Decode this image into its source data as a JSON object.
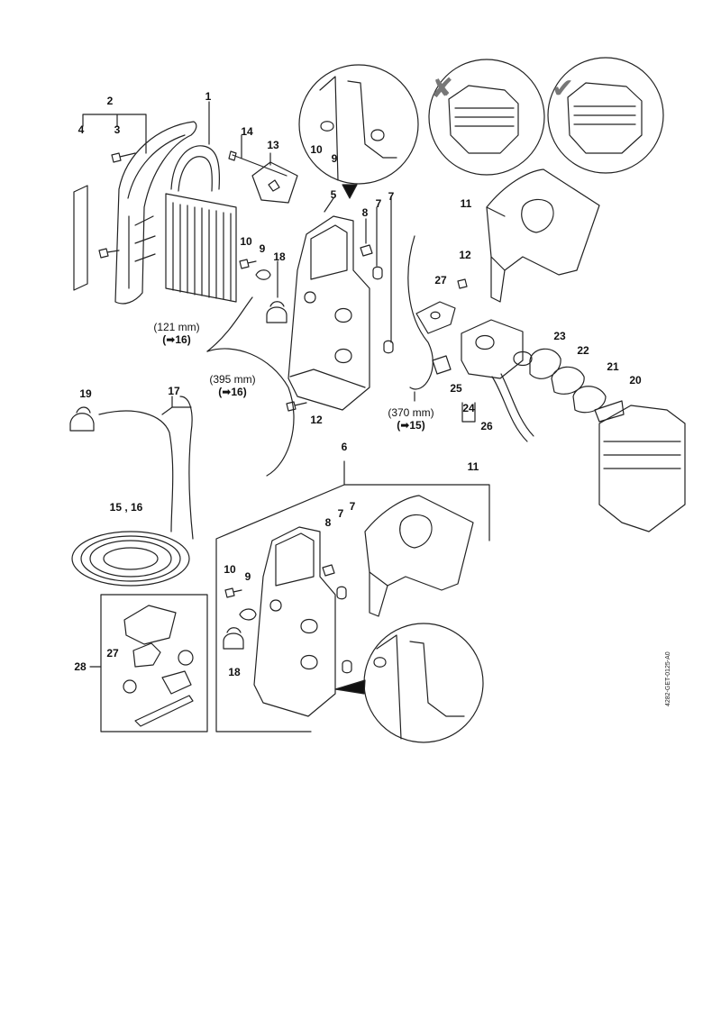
{
  "callouts": {
    "c1": "1",
    "c2": "2",
    "c3": "3",
    "c4": "4",
    "c13": "13",
    "c14": "14",
    "c10a": "10",
    "c9a": "9",
    "c5": "5",
    "c8a": "8",
    "c7a": "7",
    "c7b": "7",
    "c10b": "10",
    "c9b": "9",
    "c18a": "18",
    "c12a": "12",
    "c11a": "11",
    "c12b": "12",
    "c27a": "27",
    "c23": "23",
    "c22": "22",
    "c21": "21",
    "c20": "20",
    "c25": "25",
    "c24": "24",
    "c26": "26",
    "c19": "19",
    "c17": "17",
    "c15_16": "15 , 16",
    "c6": "6",
    "c11b": "11",
    "c8b": "8",
    "c7c": "7",
    "c7d": "7",
    "c10c": "10",
    "c9c": "9",
    "c18b": "18",
    "c27b": "27",
    "c28": "28"
  },
  "notes": {
    "hose1_len": "(121 mm)",
    "hose1_ref": "(➡16)",
    "hose2_len": "(395 mm)",
    "hose2_ref": "(➡16)",
    "hose3_len": "(370 mm)",
    "hose3_ref": "(➡15)"
  },
  "doc_id": "4282-GET-0125-A0",
  "marks": {
    "wrong": "✘",
    "right": "✔"
  }
}
